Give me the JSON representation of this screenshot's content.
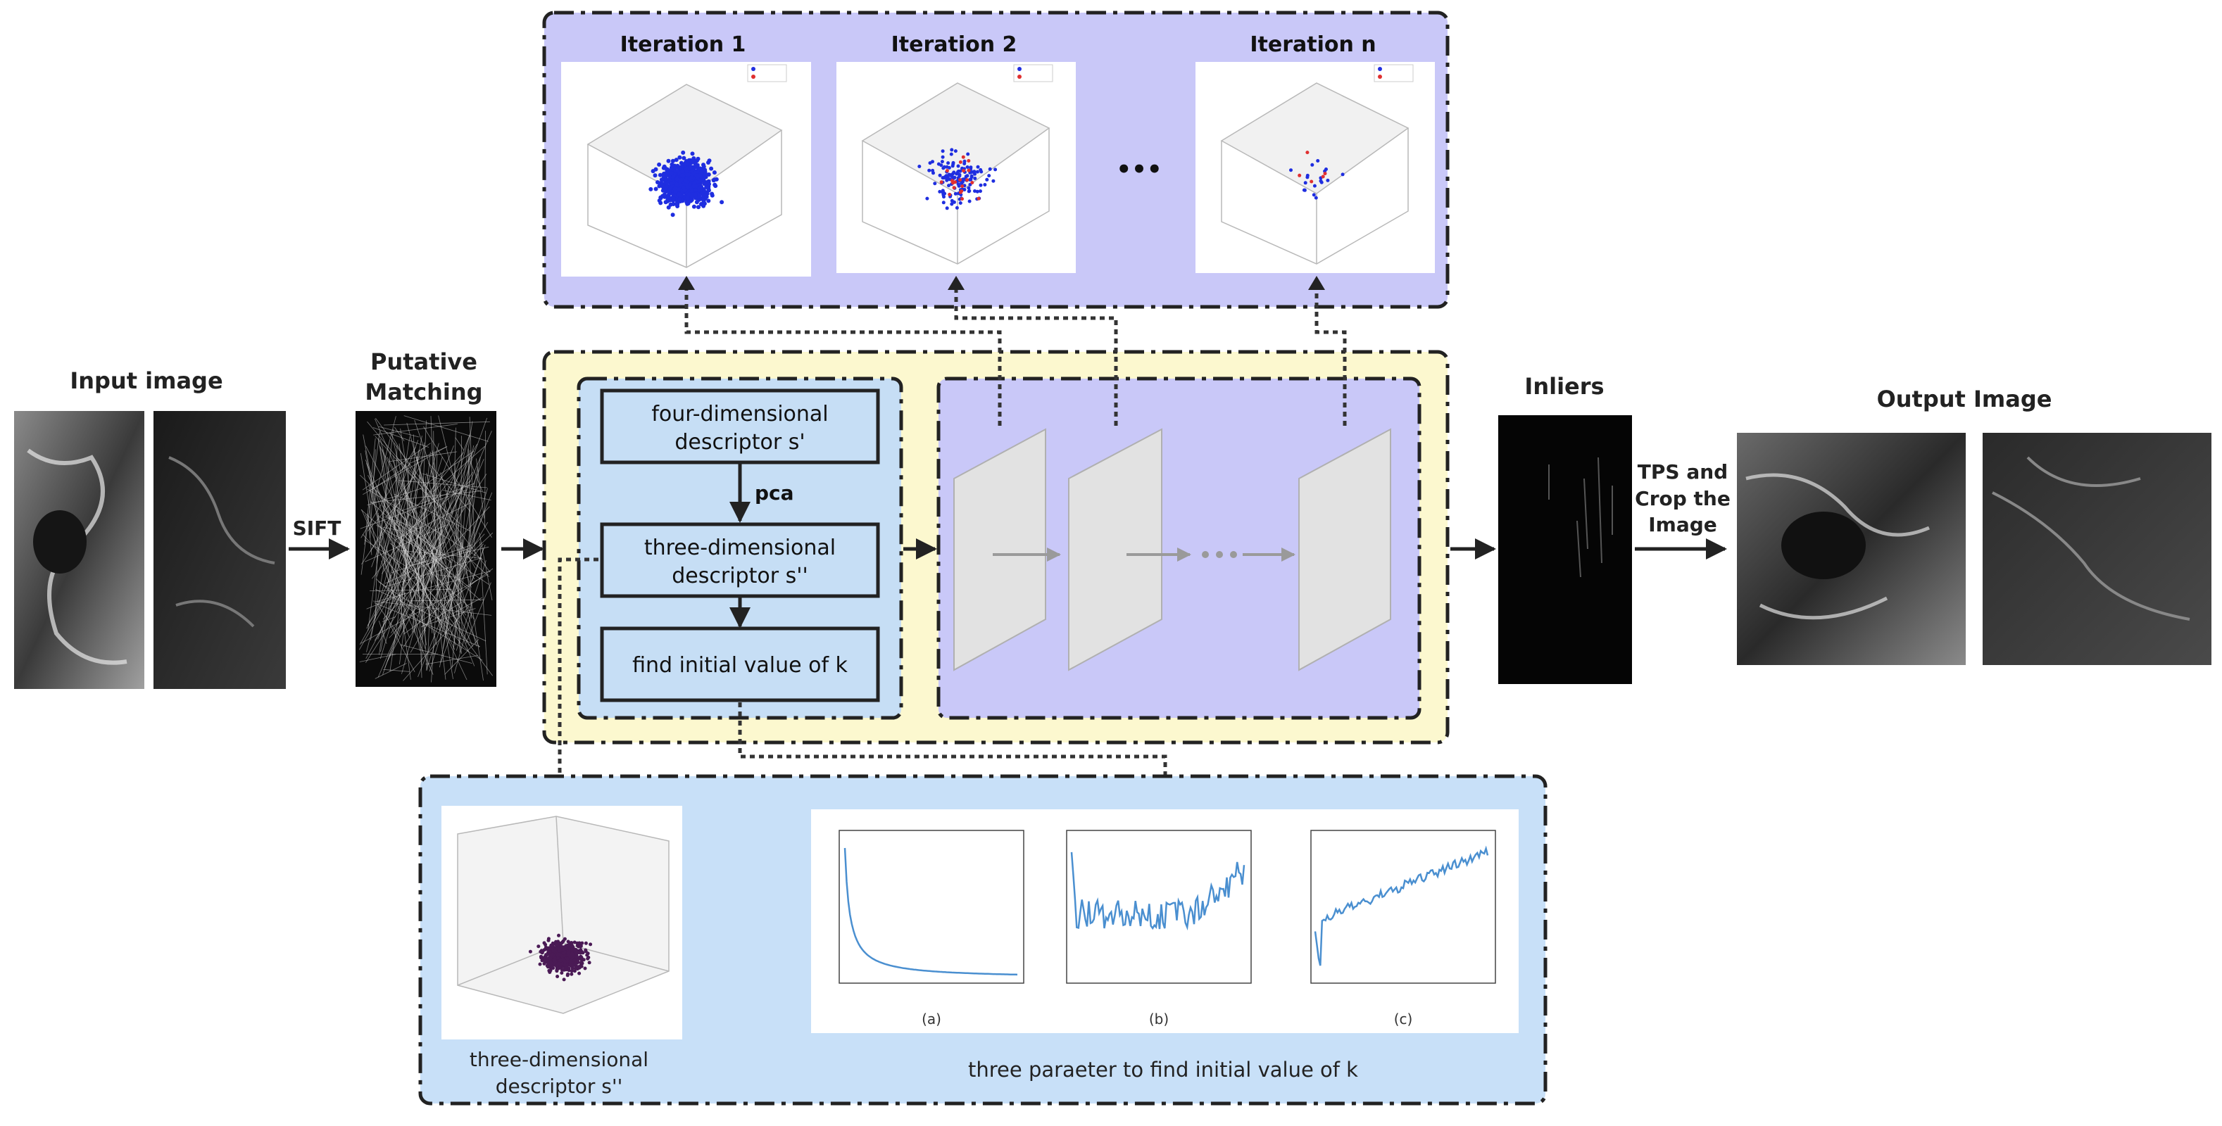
{
  "labels": {
    "input_image": "Input image",
    "putative_line1": "Putative",
    "putative_line2": "Matching",
    "sift": "SIFT",
    "inliers": "Inliers",
    "output_image": "Output Image",
    "tps_line1": "TPS and",
    "tps_line2": "Crop the",
    "tps_line3": "Image"
  },
  "iterations": {
    "iter1": "Iteration 1",
    "iter2": "Iteration 2",
    "itern": "Iteration n",
    "ellipsis": "•••"
  },
  "flow": {
    "box1_line1": "four-dimensional",
    "box1_line2": "descriptor s'",
    "pca": "pca",
    "box2_line1": "three-dimensional",
    "box2_line2": "descriptor s''",
    "box3": "find initial value of k"
  },
  "bottom": {
    "left_caption_line1": "three-dimensional",
    "left_caption_line2": "descriptor s''",
    "right_caption": "three paraeter to find initial value of k",
    "sub_a": "(a)",
    "sub_b": "(b)",
    "sub_c": "(c)"
  },
  "colors": {
    "purple_panel": "#c9c8f8",
    "yellow_panel": "#fcf8cf",
    "blue_panel": "#c8e0f8",
    "box_fill": "#c6def5",
    "iter_scatter": "#1f2ee0",
    "descriptor_scatter": "#4a1a55",
    "curve": "#4a8fd0"
  }
}
